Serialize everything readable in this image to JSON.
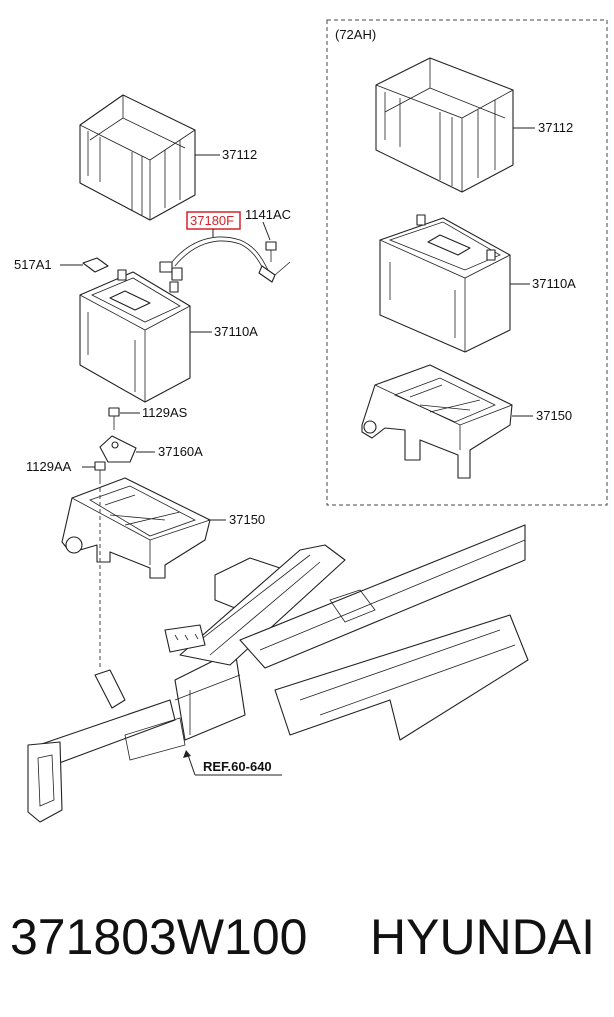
{
  "variant_box": {
    "title": "(72AH)"
  },
  "labels": {
    "tray_top": "37112",
    "cable": "37180F",
    "bolt_cable": "1141AC",
    "cap": "517A1",
    "battery": "37110A",
    "bolt_1": "1129AS",
    "clamp": "37160A",
    "bolt_2": "1129AA",
    "tray_bottom": "37150",
    "v_tray_top": "37112",
    "v_battery": "37110A",
    "v_tray_bottom": "37150",
    "reference": "REF.60-640"
  },
  "caption": {
    "part_number": "371803W100",
    "brand": "HYUNDAI"
  },
  "colors": {
    "highlight": "#d2242a",
    "ink": "#222222"
  }
}
